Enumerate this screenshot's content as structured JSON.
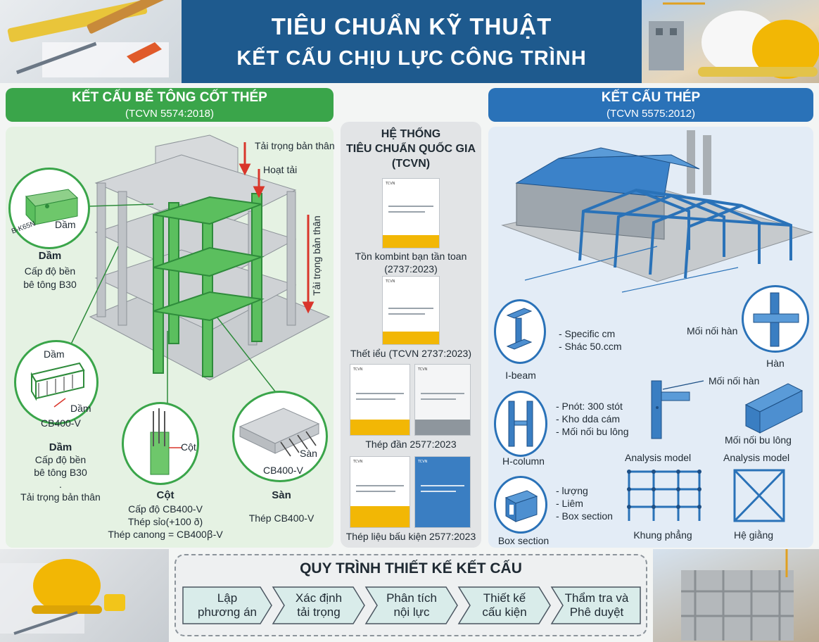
{
  "header": {
    "title_line1": "TIÊU CHUẨN KỸ THUẬT",
    "title_line2": "KẾT CẤU CHỊU LỰC CÔNG TRÌNH"
  },
  "concrete": {
    "banner_title": "KẾT CẤU BÊ TÔNG CỐT THÉP",
    "banner_std": "(TCVN 5574:2018)",
    "load_self": "Tải trọng bản thân",
    "load_live": "Hoạt tải",
    "load_self_vertical": "Tải trọng bản thân",
    "beam_circle_label": "Dầm",
    "beam_circle_scribble": "B-K65N",
    "beam_title": "Dầm",
    "beam_grade_1": "Cấp độ bền",
    "beam_grade_2": "bê tông B30",
    "cage_top_label": "Dầm",
    "cage_mid_label": "Dầm",
    "cage_bottom_label": "CB400-V",
    "beam2_title": "Dầm",
    "beam2_line1": "Cấp độ bền",
    "beam2_line2": "bê tông B30",
    "beam2_dot": ".",
    "beam2_load": "Tải trọng bản thân",
    "col_circle_label": "Cột",
    "col_title": "Cột",
    "col_line1": "Cấp độ CB400-V",
    "col_line2": "Thép sỉo(+100 ð)",
    "col_line3": "Thép canong = CB400ꞵ-V",
    "slab_circle_label": "Sàn",
    "slab_circle_steel": "CB400-V",
    "slab_title": "Sàn",
    "slab_line1": "Thép CB400-V"
  },
  "tcvn": {
    "title_1": "HỆ THỐNG",
    "title_2": "TIÊU CHUẨN QUỐC GIA",
    "title_3": "(TCVN)",
    "doc1_caption": "Tồn kombint bạn tần toan",
    "doc1_code": "(2737:2023)",
    "doc2_caption": "Thết iểu (TCVN 2737:2023)",
    "doc3_caption": "Thép đần 2577:2023",
    "doc4_caption": "Thép liệu bấu kiện 2577:2023"
  },
  "steel": {
    "banner_title": "KẾT CẤU THÉP",
    "banner_std": "(TCVN 5575:2012)",
    "ibeam_note1": "- Specific cm",
    "ibeam_note2": "- Shác 50.ccm",
    "ibeam_label": "I-beam",
    "weld_right_label": "Mối nối hàn",
    "weld_circle_label": "Hàn",
    "weld_joint_label": "Mối nối hàn",
    "hcol_note1": "- Pnót: 300 stót",
    "hcol_note2": "- Kho dda cám",
    "hcol_note3": "- Mối nối bu lông",
    "hcol_label": "H-column",
    "bolt_label": "Mối nối bu lông",
    "analysis_1": "Analysis model",
    "analysis_2": "Analysis model",
    "box_note1": "- lượng",
    "box_note2": "- Liêm",
    "box_note3": "- Box section",
    "box_label": "Box section",
    "frame_label": "Khung phẳng",
    "brace_label": "Hệ giằng"
  },
  "process": {
    "title": "QUY TRÌNH THIẾT KẾ KẾT CẤU",
    "steps": [
      {
        "line1": "Lập",
        "line2": "phương án"
      },
      {
        "line1": "Xác định",
        "line2": "tải trọng"
      },
      {
        "line1": "Phân tích",
        "line2": "nội lực"
      },
      {
        "line1": "Thiết kế",
        "line2": "cấu kiện"
      },
      {
        "line1": "Thẩm tra và",
        "line2": "Phê duyệt"
      }
    ]
  },
  "colors": {
    "header_blue": "#1e5a8e",
    "concrete_green": "#3aa54a",
    "steel_blue": "#2a72b8",
    "step_fill": "#d9ecea"
  }
}
